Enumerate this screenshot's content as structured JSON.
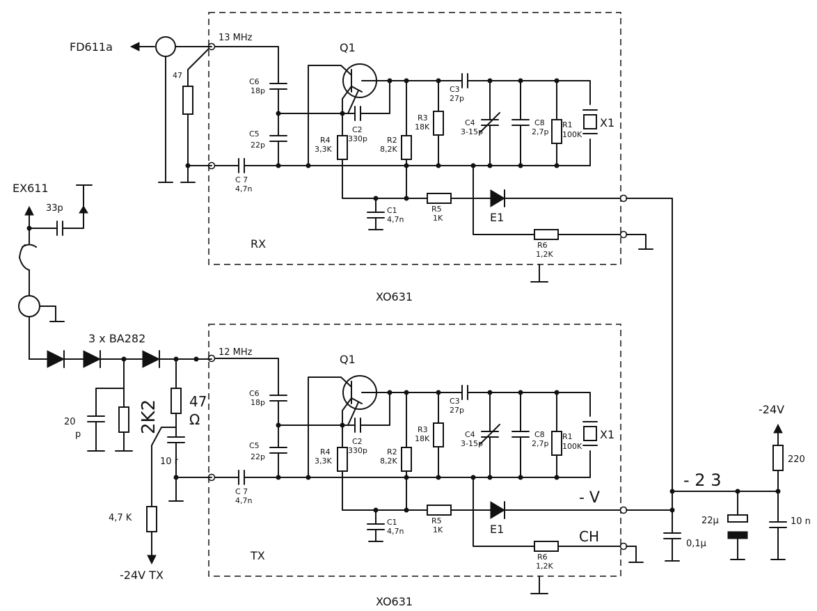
{
  "title": "",
  "labels": {
    "fd611a": "FD611a",
    "ex611": "EX611",
    "cap_33p": "33p",
    "r_47_top": "47",
    "diodes": "3 x BA282",
    "cap_20p_a": "20",
    "cap_20p_b": "p",
    "hand_2k2": "2K2",
    "hand_47": "47",
    "hand_ohm": "Ω",
    "cap_10r": "10 r",
    "r_4k7": "4,7 K",
    "supply_tx": "-24V  TX",
    "supply_24v": "-24V",
    "r_220": "220",
    "cap_22u": "22µ",
    "cap_10n": "10 n",
    "cap_01u": "0,1µ",
    "hand_23": "- 2 3",
    "hand_v": "- V",
    "hand_ch": "CH"
  },
  "rx": {
    "freq": "13 MHz",
    "name": "RX",
    "module": "XO631",
    "q1": "Q1",
    "c6": [
      "C6",
      "18p"
    ],
    "c5": [
      "C5",
      "22p"
    ],
    "c7": [
      "C 7",
      "4,7n"
    ],
    "c2": [
      "C2",
      "330p"
    ],
    "r4": [
      "R4",
      "3,3K"
    ],
    "r2": [
      "R2",
      "8,2K"
    ],
    "r3": [
      "R3",
      "18K"
    ],
    "c3": [
      "C3",
      "27p"
    ],
    "c4": [
      "C4",
      "3-15p"
    ],
    "c8": [
      "C8",
      "2,7p"
    ],
    "r1": [
      "R1",
      "100K"
    ],
    "x1": "X1",
    "c1": [
      "C1",
      "4,7n"
    ],
    "r5": [
      "R5",
      "1K"
    ],
    "e1": "E1",
    "r6": [
      "R6",
      "1,2K"
    ]
  },
  "tx": {
    "freq": "12 MHz",
    "name": "TX",
    "module": "XO631",
    "q1": "Q1",
    "c6": [
      "C6",
      "18p"
    ],
    "c5": [
      "C5",
      "22p"
    ],
    "c7": [
      "C 7",
      "4,7n"
    ],
    "c2": [
      "C2",
      "330p"
    ],
    "r4": [
      "R4",
      "3,3K"
    ],
    "r2": [
      "R2",
      "8,2K"
    ],
    "r3": [
      "R3",
      "18K"
    ],
    "c3": [
      "C3",
      "27p"
    ],
    "c4": [
      "C4",
      "3-15p"
    ],
    "c8": [
      "C8",
      "2,7p"
    ],
    "r1": [
      "R1",
      "100K"
    ],
    "x1": "X1",
    "c1": [
      "C1",
      "4,7n"
    ],
    "r5": [
      "R5",
      "1K"
    ],
    "e1": "E1",
    "r6": [
      "R6",
      "1,2K"
    ]
  }
}
